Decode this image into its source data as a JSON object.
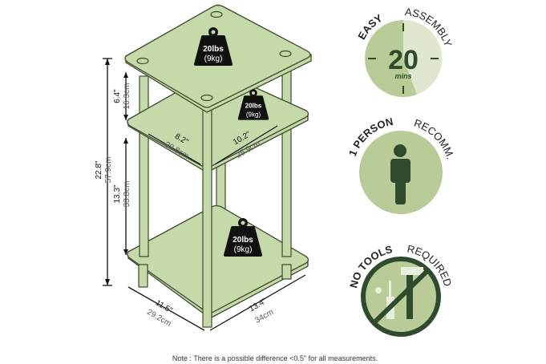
{
  "dimensions": {
    "top_gap": {
      "in": "6.4\"",
      "cm": "16.3cm"
    },
    "total_height": {
      "in": "22.8\"",
      "cm": "57.9cm"
    },
    "lower_gap": {
      "in": "13.3\"",
      "cm": "33.8cm"
    },
    "inner_depth": {
      "in": "8.2\"",
      "cm": "20.8cm"
    },
    "inner_width": {
      "in": "10.2\"",
      "cm": "25.9cm"
    },
    "outer_depth": {
      "in": "11.5\"",
      "cm": "29.2cm"
    },
    "outer_width": {
      "in": "13.4\"",
      "cm": "34cm"
    }
  },
  "weights": [
    {
      "lbs": "20lbs",
      "kg": "(9kg)"
    },
    {
      "lbs": "20lbs",
      "kg": "(9kg)"
    },
    {
      "lbs": "20lbs",
      "kg": "(9kg)"
    }
  ],
  "badges": {
    "assembly": {
      "bold": "EASY",
      "light": " ASSEMBLY",
      "number": "20",
      "unit": "mins"
    },
    "person": {
      "bold": "1 PERSON",
      "light": " RECOMM."
    },
    "tools": {
      "bold": "NO TOOLS",
      "light": " REQUIRED"
    }
  },
  "note": "Note : There is a possible difference <0.5\" for all measurements.",
  "colors": {
    "shelf": "#c6d9a8",
    "badge_light": "#b9cc98",
    "badge_dark": "#2f4a2c"
  }
}
